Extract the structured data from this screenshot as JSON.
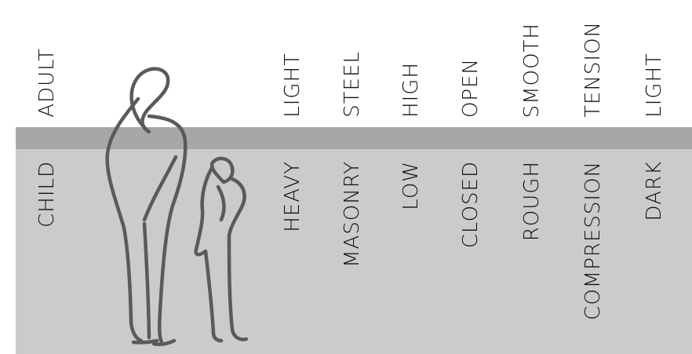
{
  "colors": {
    "band_dark": "#a7a7a7",
    "band_light": "#cbcbcb",
    "figure_stroke": "#5a5a5a",
    "text": "#111111"
  },
  "labels": {
    "top": [
      "ADULT",
      "LIGHT",
      "STEEL",
      "HIGH",
      "OPEN",
      "SMOOTH",
      "TENSION",
      "LIGHT"
    ],
    "bottom": [
      "CHILD",
      "HEAVY",
      "MASONRY",
      "LOW",
      "CLOSED",
      "ROUGH",
      "COMPRESSION",
      "DARK"
    ]
  },
  "figures": [
    "adult-figure-sketch",
    "child-figure-sketch"
  ]
}
